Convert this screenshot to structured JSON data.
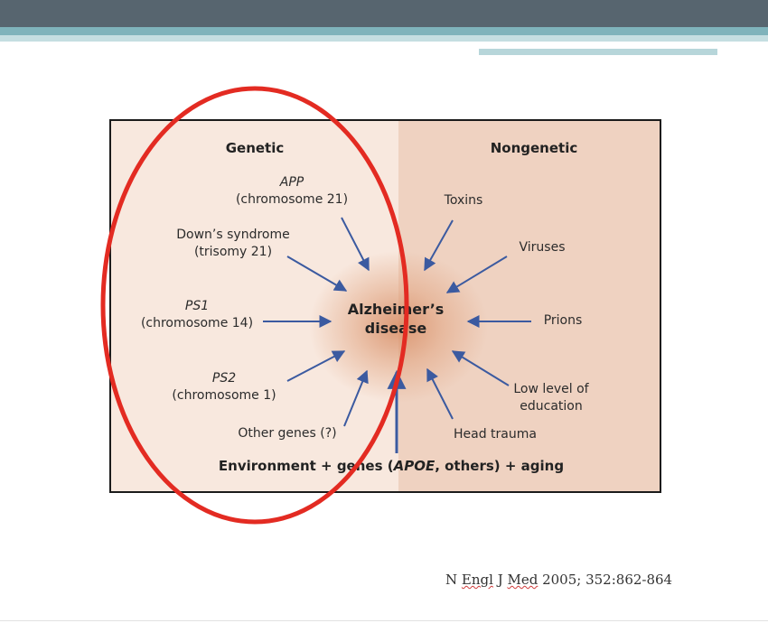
{
  "diagram": {
    "left_heading": "Genetic",
    "right_heading": "Nongenetic",
    "center_line1": "Alzheimer’s",
    "center_line2": "disease",
    "genetic_factors": [
      {
        "name": "APP",
        "detail": "(chromosome 21)"
      },
      {
        "name": "Down’s syndrome",
        "detail": "(trisomy 21)"
      },
      {
        "name": "PS1",
        "detail": "(chromosome 14)"
      },
      {
        "name": "PS2",
        "detail": "(chromosome 1)"
      },
      {
        "name": "Other genes (?)"
      }
    ],
    "nongenetic_factors": [
      {
        "name": "Toxins"
      },
      {
        "name": "Viruses"
      },
      {
        "name": "Prions"
      },
      {
        "name": "Low level of",
        "detail": "education"
      },
      {
        "name": "Head trauma"
      }
    ],
    "bottom_label": {
      "before": "Environment + genes (",
      "italic": "APOE",
      "after": ", others) + aging"
    },
    "colors": {
      "arrow": "#3b5aa0",
      "ellipse": "#e32b22"
    }
  },
  "citation": {
    "prefix": "N ",
    "engl": "Engl",
    "mid": " J ",
    "med": "Med",
    "suffix": " 2005; 352:862-864"
  }
}
